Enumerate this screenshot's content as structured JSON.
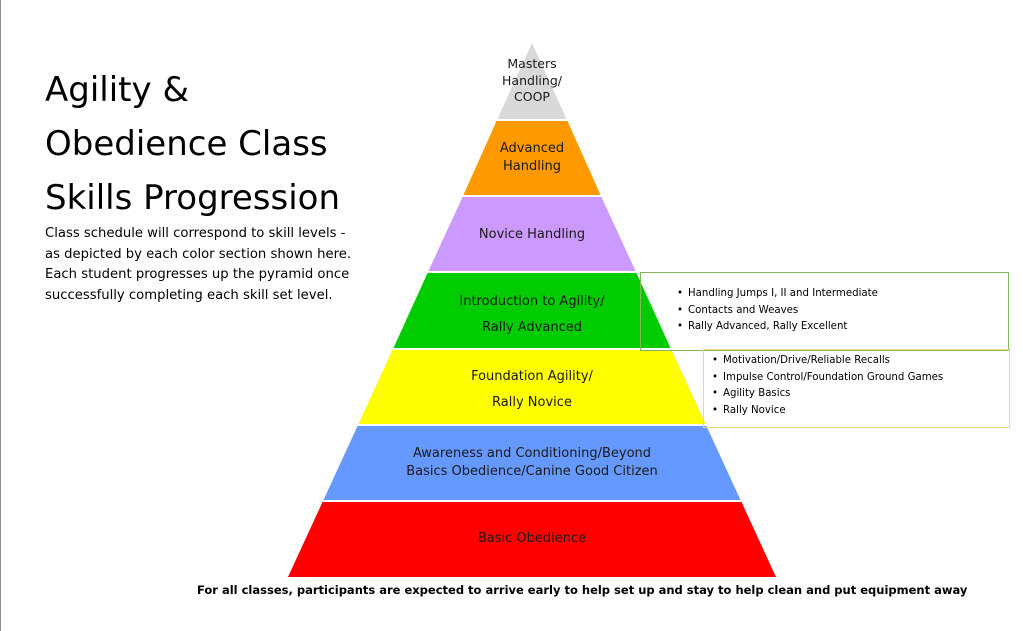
{
  "title_lines": [
    "Agility &",
    "Obedience  Class",
    "Skills Progression"
  ],
  "description_lines": [
    "Class schedule will correspond to skill levels -",
    "as depicted by each color section shown here.",
    "Each student progresses up the pyramid once",
    "successfully completing each skill set level."
  ],
  "pyramid": [
    {
      "lines": [
        "Masters",
        "Handling/",
        "COOP"
      ],
      "color": "#d9d9d9"
    },
    {
      "lines": [
        "Advanced",
        "Handling"
      ],
      "color": "#ff9900"
    },
    {
      "lines": [
        "Novice Handling"
      ],
      "color": "#cc99ff"
    },
    {
      "lines": [
        "Introduction to Agility/",
        "Rally Advanced"
      ],
      "color": "#00cc00"
    },
    {
      "lines": [
        "Foundation Agility/",
        "Rally Novice"
      ],
      "color": "#ffff00"
    },
    {
      "lines": [
        "Awareness and Conditioning/Beyond",
        "Basics Obedience/Canine Good Citizen"
      ],
      "color": "#6699ff"
    },
    {
      "lines": [
        "Basic Obedience"
      ],
      "color": "#ff0000"
    }
  ],
  "callouts": {
    "intro_agility": [
      "Handling Jumps I, II and Intermediate",
      "Contacts and Weaves",
      "Rally Advanced, Rally Excellent"
    ],
    "foundation_agility": [
      "Motivation/Drive/Reliable Recalls",
      "Impulse Control/Foundation Ground Games",
      "Agility Basics",
      "Rally Novice"
    ]
  },
  "footer": "For all classes, participants are expected to arrive early to help set up and stay to help clean and put equipment away"
}
